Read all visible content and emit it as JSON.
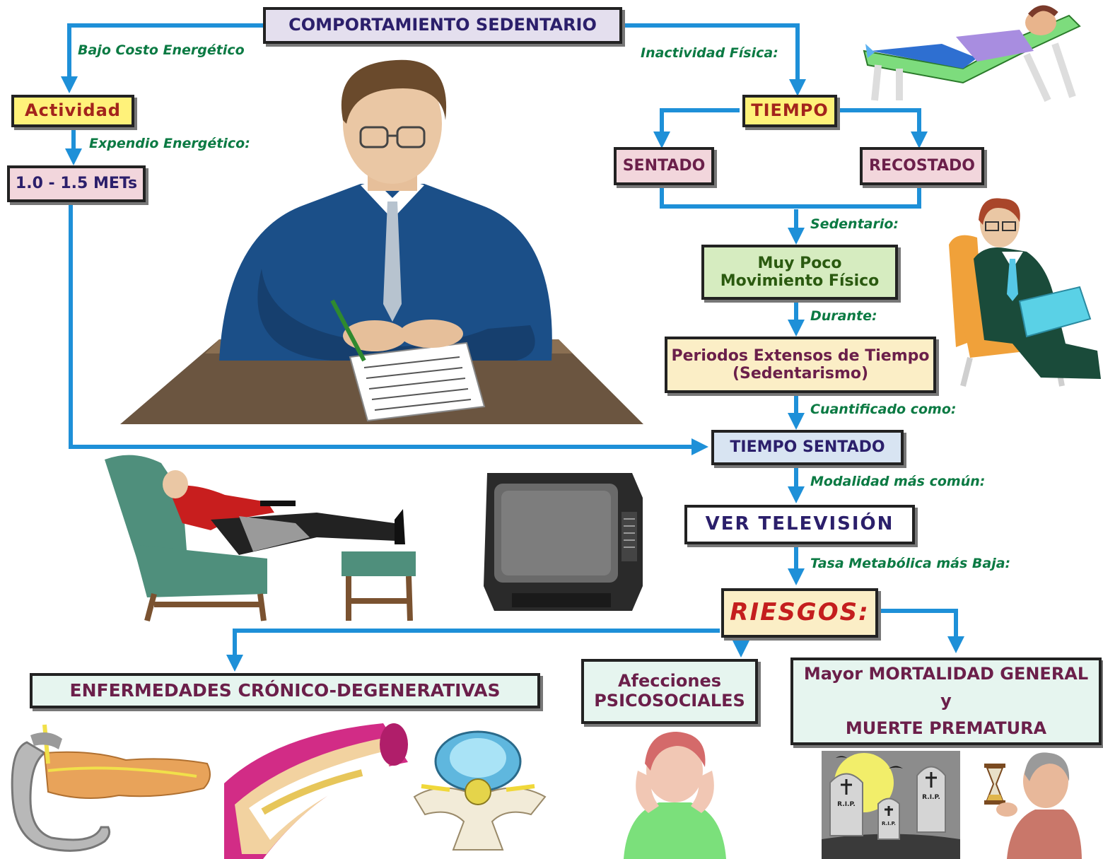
{
  "nodes": {
    "comportamiento": "COMPORTAMIENTO SEDENTARIO",
    "actividad": "Actividad",
    "mets": "1.0 - 1.5 METs",
    "tiempo": "TIEMPO",
    "sentado": "SENTADO",
    "recostado": "RECOSTADO",
    "muy_poco_1": "Muy Poco",
    "muy_poco_2": "Movimiento Físico",
    "periodos_1": "Periodos Extensos de Tiempo",
    "periodos_2": "(Sedentarismo)",
    "tiempo_sentado": "TIEMPO SENTADO",
    "ver_tv": "VER TELEVISIÓN",
    "riesgos": "RIESGOS:",
    "enfermedades": "ENFERMEDADES CRÓNICO-DEGENERATIVAS",
    "afecciones_1": "Afecciones",
    "afecciones_2": "PSICOSOCIALES",
    "mortalidad_1": "Mayor MORTALIDAD GENERAL",
    "mortalidad_2": "y",
    "mortalidad_3": "MUERTE PREMATURA"
  },
  "labels": {
    "bajo_costo": "Bajo Costo Energético",
    "expendio": "Expendio Energético:",
    "inactividad": "Inactividad Física:",
    "sedentario": "Sedentario:",
    "durante": "Durante:",
    "cuantificado": "Cuantificado como:",
    "modalidad": "Modalidad más común:",
    "tasa": "Tasa Metabólica más Baja:"
  },
  "tombstone_text": "R.I.P.",
  "colors": {
    "arrow": "#1e90d8",
    "label_green": "#0b7a43",
    "title_text": "#2b1f6b",
    "pink_box": "#f2d6dc",
    "yellow_box": "#fff27a",
    "green_box": "#d6ecc0",
    "cream_box": "#fbeec6",
    "blue_box": "#d8e4f2",
    "mint_box": "#e6f5ef",
    "risk_red": "#c41e1e",
    "text_maroon": "#6b1f4a",
    "text_green": "#2b5a10"
  }
}
